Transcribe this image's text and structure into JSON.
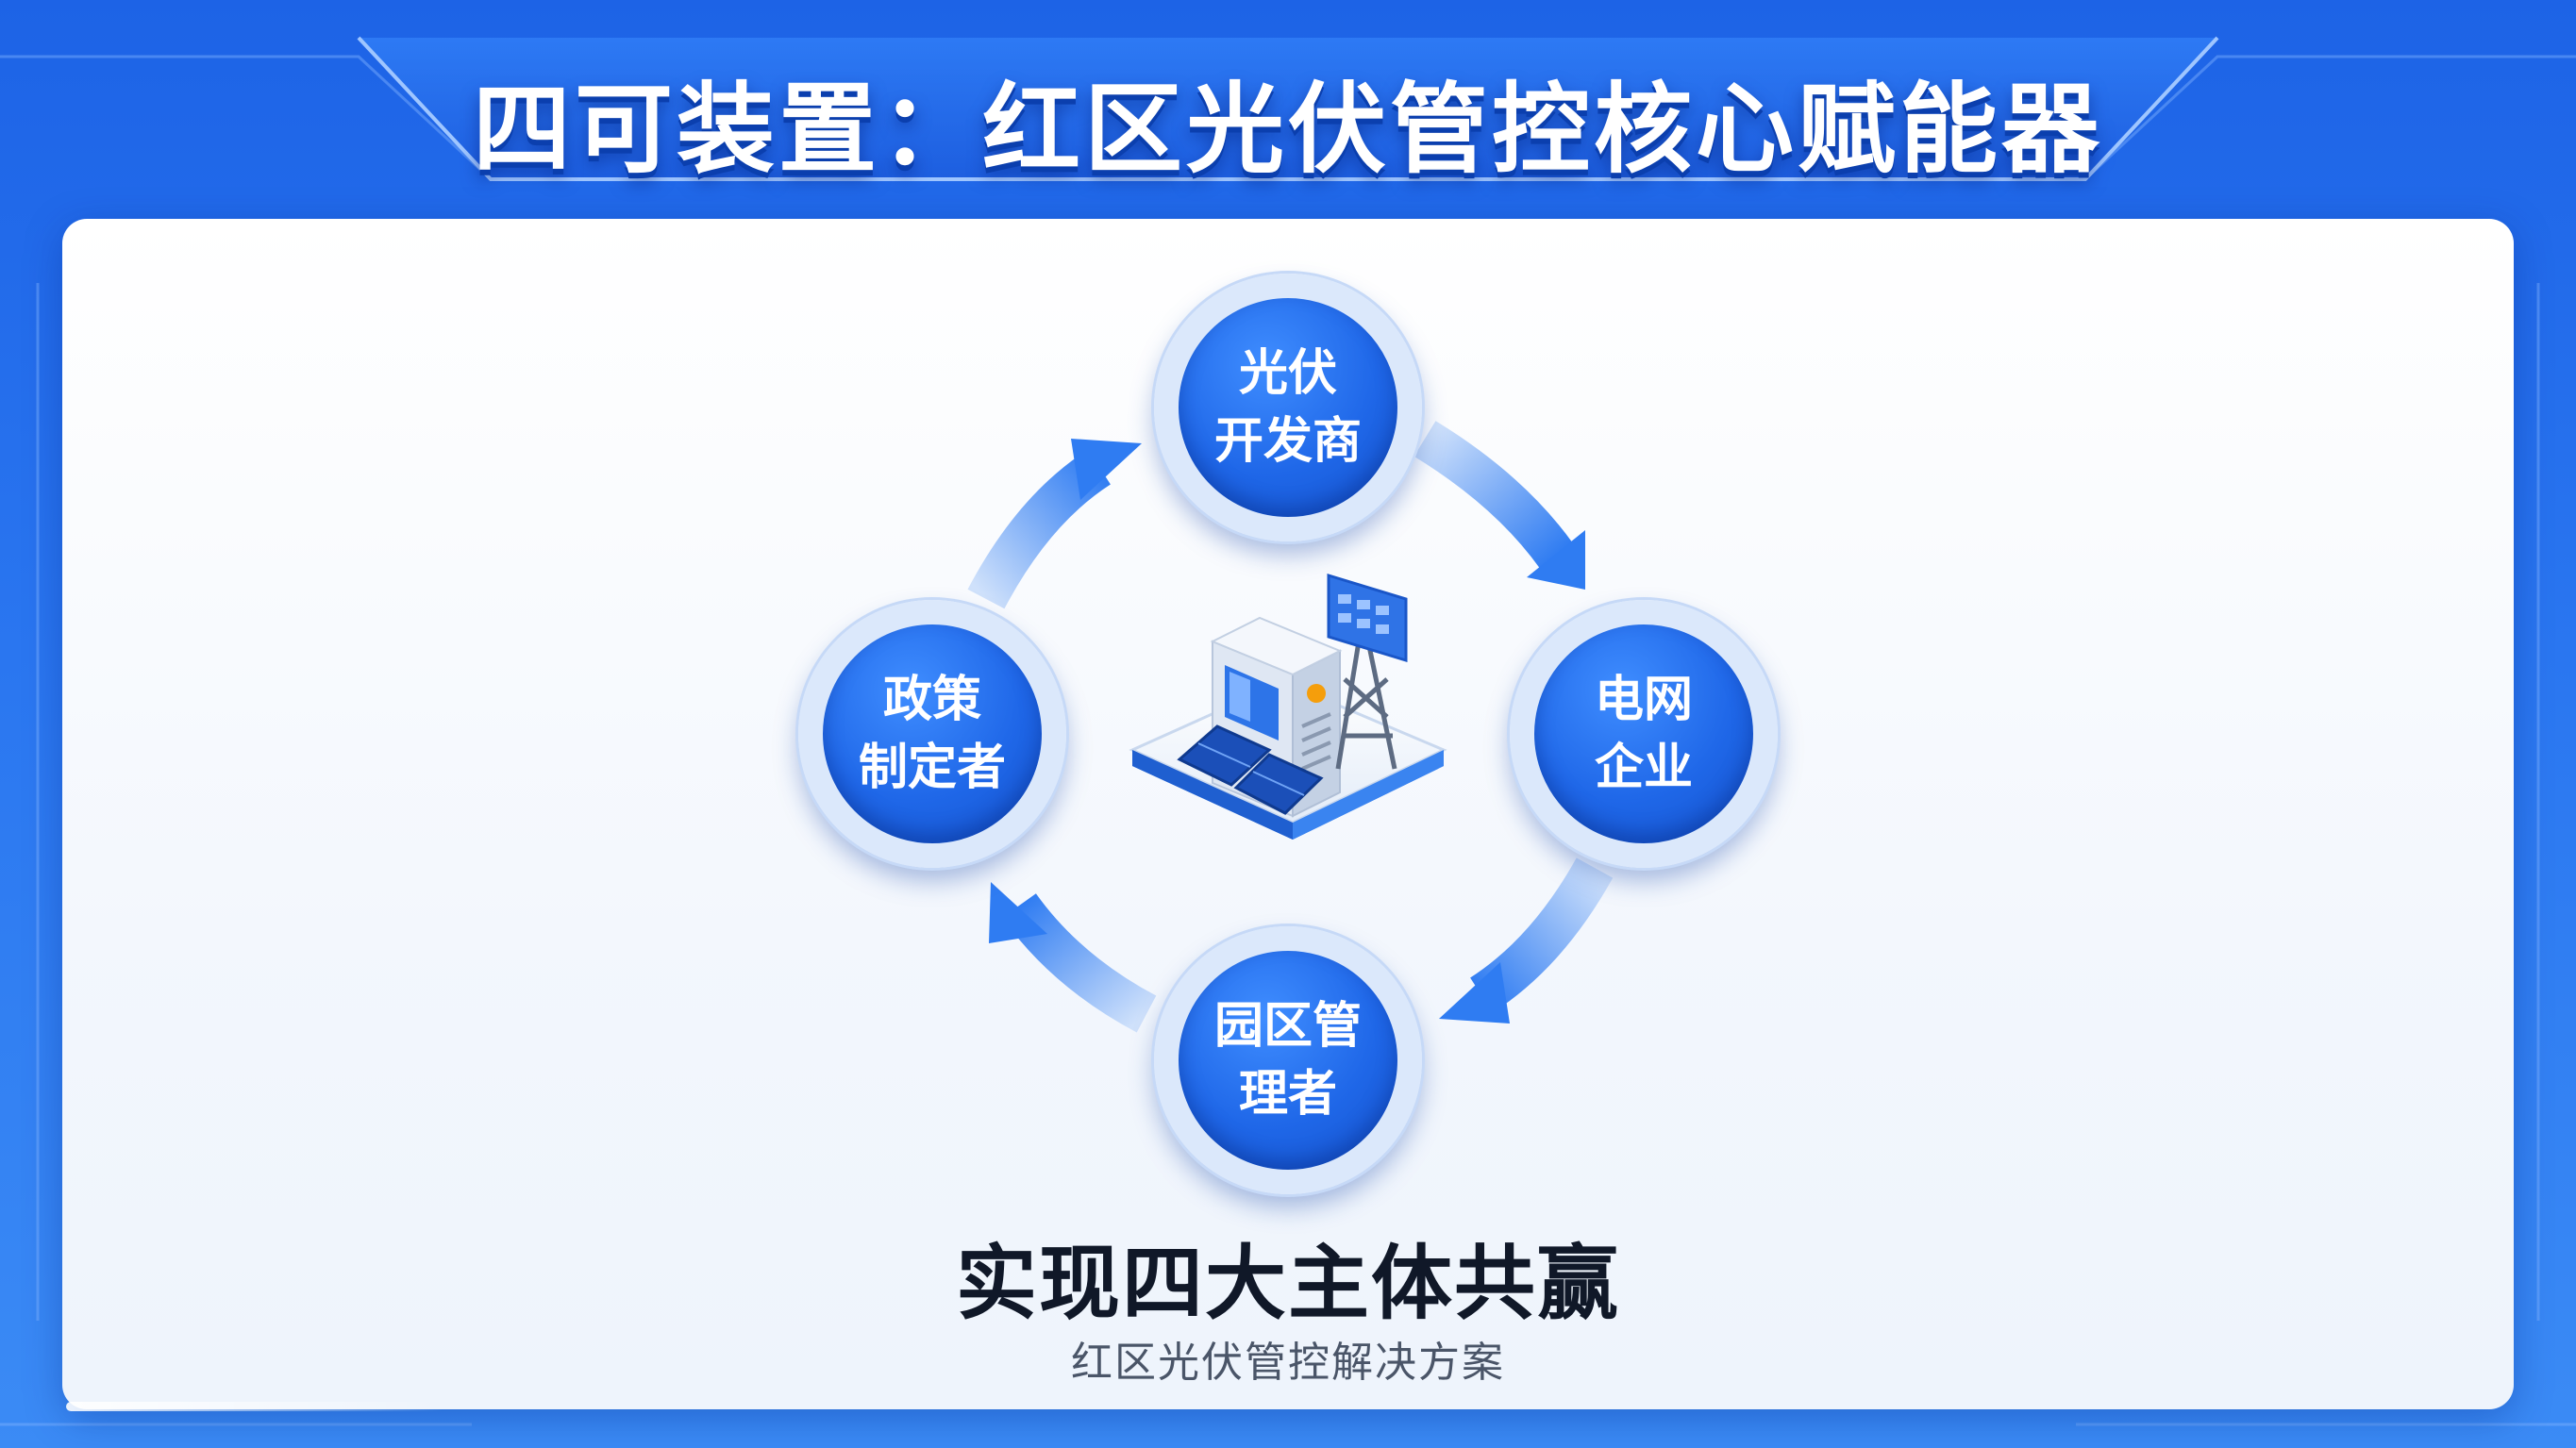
{
  "title": "四可装置：红区光伏管控核心赋能器",
  "nodes": {
    "top": {
      "label": "光伏\n开发商"
    },
    "right": {
      "label": "电网\n企业"
    },
    "bottom": {
      "label": "园区管\n理者"
    },
    "left": {
      "label": "政策\n制定者"
    }
  },
  "center_icon": "photovoltaic-station-icon",
  "headline": "实现四大主体共赢",
  "subline": "红区光伏管控解决方案",
  "colors": {
    "background": "#2a76f0",
    "node": "#1f67e8",
    "arrow": "#2f7cf2",
    "headline": "#101828"
  }
}
